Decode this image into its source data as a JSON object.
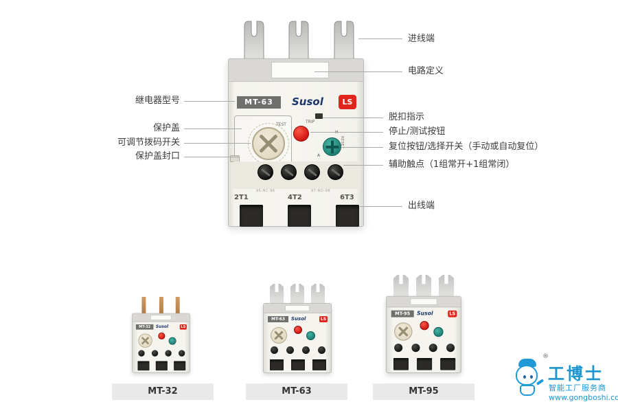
{
  "product": {
    "model_label": "MT-63",
    "brand": "Susol",
    "logo": "LS",
    "test_label": "TEST",
    "trip_label": "TRIP",
    "reset_label": "RESET",
    "reset_h": "H",
    "reset_a": "A",
    "aux_marking_left": "95-NC-96",
    "aux_marking_right": "97-NO-98",
    "terminals": [
      "2T1",
      "4T2",
      "6T3"
    ]
  },
  "callouts": {
    "left": [
      {
        "id": "relay-model",
        "label": "继电器型号"
      },
      {
        "id": "protective-cover",
        "label": "保护盖"
      },
      {
        "id": "adjustable-dial",
        "label": "可调节拨码开关"
      },
      {
        "id": "cover-seal",
        "label": "保护盖封口"
      }
    ],
    "right": [
      {
        "id": "incoming-terminal",
        "label": "进线端"
      },
      {
        "id": "circuit-definition",
        "label": "电路定义"
      },
      {
        "id": "trip-indicator",
        "label": "脱扣指示"
      },
      {
        "id": "stop-test-button",
        "label": "停止/测试按钮"
      },
      {
        "id": "reset-selector",
        "label": "复位按钮/选择开关（手动或自动复位）"
      },
      {
        "id": "aux-contacts",
        "label": "辅助触点（1组常开+1组常闭）"
      },
      {
        "id": "outgoing-terminal",
        "label": "出线端"
      }
    ]
  },
  "variants": [
    {
      "name": "MT-32"
    },
    {
      "name": "MT-63"
    },
    {
      "name": "MT-95"
    }
  ],
  "footer": {
    "brand": "工博士",
    "registered": "®",
    "tagline": "智能工厂服务商",
    "url": "www.gongboshi.com"
  },
  "colors": {
    "test_button_red": "#e02520",
    "reset_dial_teal": "#2a9186",
    "ls_logo_red": "#e1251b",
    "susol_navy": "#1c3668",
    "footer_blue": "#1b96cf"
  }
}
